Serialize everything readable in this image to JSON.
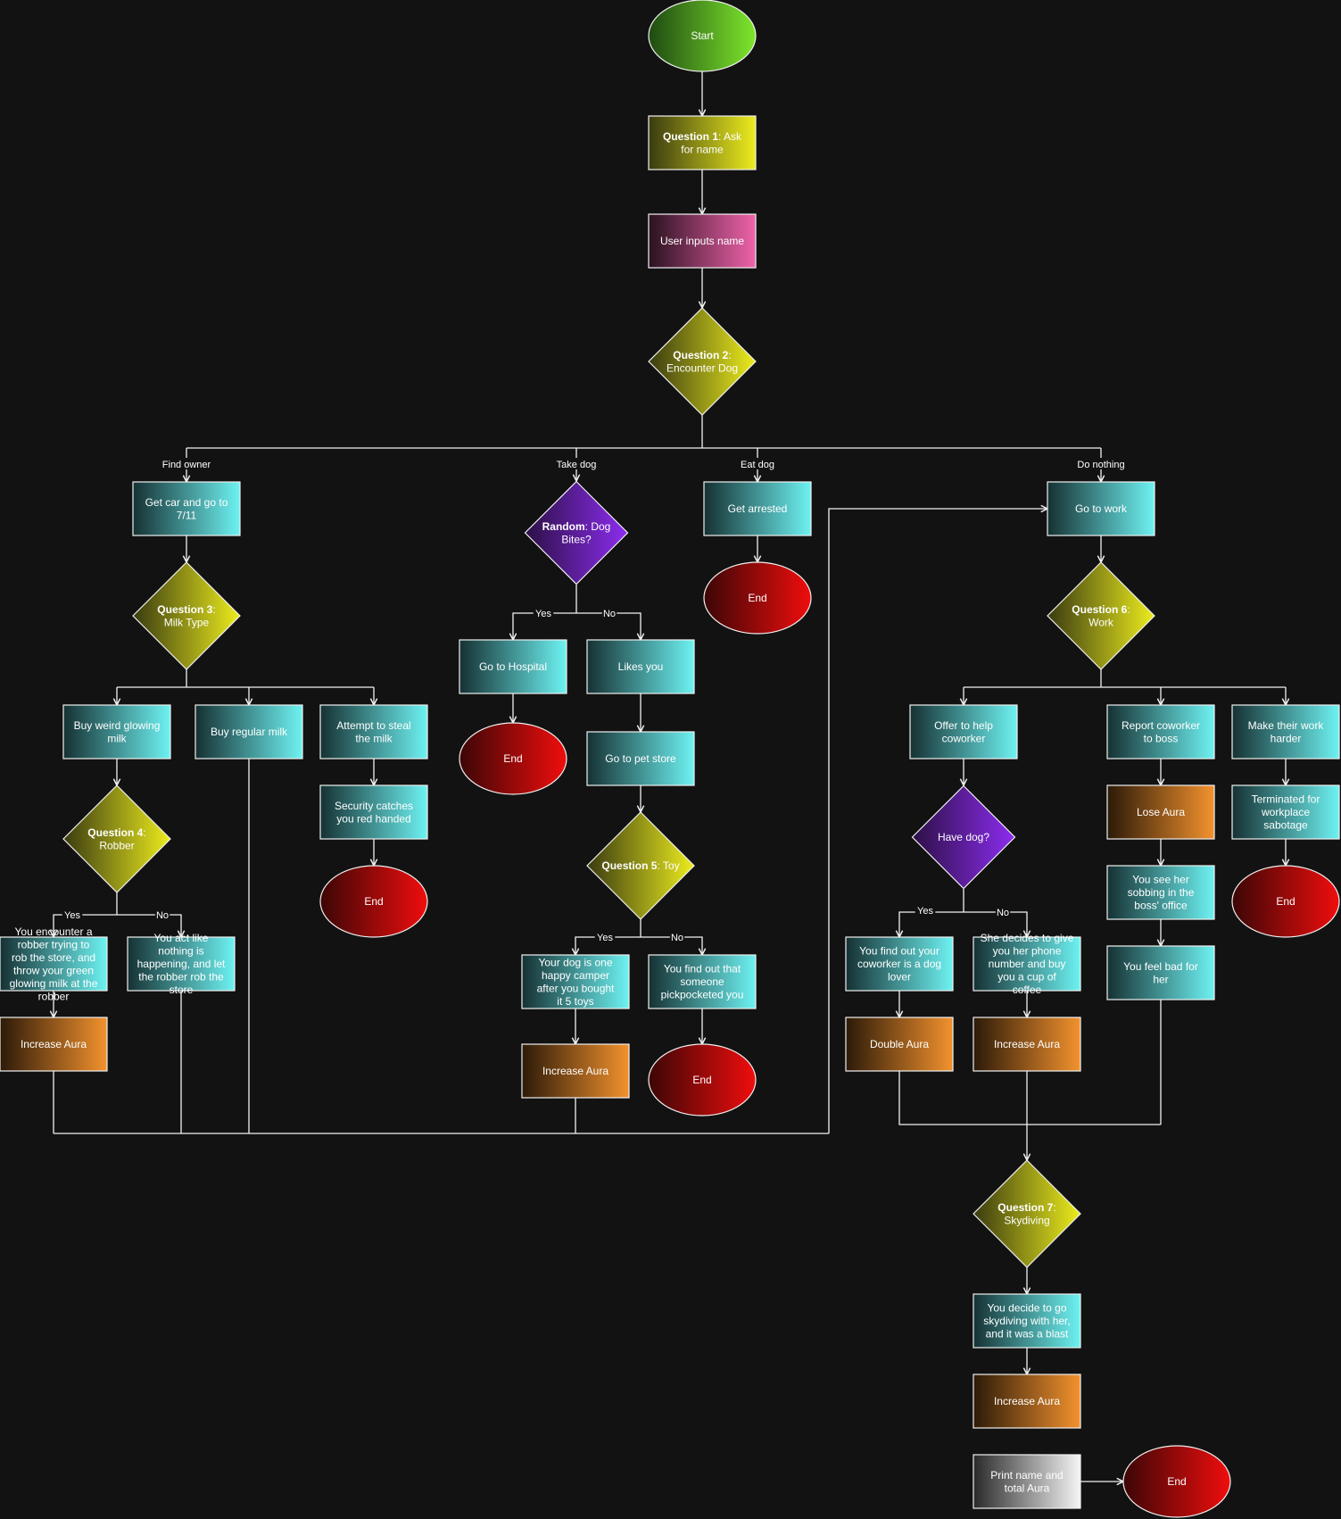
{
  "colors": {
    "background": "#121212",
    "line": "#f2f2f2",
    "text": "#ffffff",
    "start": [
      "#1f4a12",
      "#7ee72c"
    ],
    "question": [
      "#3a3b10",
      "#ecec1e"
    ],
    "input": [
      "#2a1220",
      "#ef63aa"
    ],
    "process": [
      "#163133",
      "#6ef2f2"
    ],
    "random": [
      "#2c1045",
      "#8c2cf0"
    ],
    "end": [
      "#3c0606",
      "#f00d0d"
    ],
    "aura": [
      "#2c1a08",
      "#f3922e"
    ],
    "output": [
      "#2a2a2a",
      "#f5f5f5"
    ]
  },
  "nodes": {
    "start": {
      "text": "Start"
    },
    "q1": {
      "bold": "Question 1",
      "text": ": Ask for name"
    },
    "input_name": {
      "text": "User inputs name"
    },
    "q2": {
      "bold": "Question 2",
      "text": ": Encounter Dog"
    },
    "get_car": {
      "text": "Get car and go to 7/11"
    },
    "random_dog": {
      "bold": "Random",
      "text": ": Dog Bites?"
    },
    "get_arrested": {
      "text": "Get arrested"
    },
    "end_arrested": {
      "text": "End"
    },
    "go_work": {
      "text": "Go to work"
    },
    "q3": {
      "bold": "Question 3",
      "text": ": Milk Type"
    },
    "buy_glowing": {
      "text": "Buy weird glowing milk"
    },
    "buy_regular": {
      "text": "Buy regular milk"
    },
    "steal_milk": {
      "text": "Attempt to steal the milk"
    },
    "security": {
      "text": "Security catches you red handed"
    },
    "end_security": {
      "text": "End"
    },
    "q4": {
      "bold": "Question 4",
      "text": ": Robber"
    },
    "robber_yes": {
      "text": "You encounter a robber trying to rob the store, and throw your green glowing milk at the robber"
    },
    "robber_no": {
      "text": "You act like nothing is happening, and let the robber rob the store"
    },
    "aura_robber": {
      "text": "Increase Aura"
    },
    "hospital": {
      "text": "Go to Hospital"
    },
    "end_hospital": {
      "text": "End"
    },
    "likes_you": {
      "text": "Likes you"
    },
    "pet_store": {
      "text": "Go to pet store"
    },
    "q5": {
      "bold": "Question 5",
      "text": ": Toy"
    },
    "happy_camper": {
      "text": "Your dog is one happy camper after you bought it 5 toys"
    },
    "pickpocketed": {
      "text": "You find out that someone pickpocketed you"
    },
    "aura_toy": {
      "text": "Increase Aura"
    },
    "end_pickpocket": {
      "text": "End"
    },
    "q6": {
      "bold": "Question 6",
      "text": ": Work"
    },
    "help_coworker": {
      "text": "Offer to help coworker"
    },
    "report_coworker": {
      "text": "Report coworker to boss"
    },
    "harder_work": {
      "text": "Make their work harder"
    },
    "have_dog": {
      "text": "Have dog?"
    },
    "lose_aura": {
      "text": "Lose Aura"
    },
    "terminated": {
      "text": "Terminated for workplace sabotage"
    },
    "end_terminated": {
      "text": "End"
    },
    "sobbing": {
      "text": "You see her sobbing in the boss' office"
    },
    "dog_lover": {
      "text": "You find out your coworker is a dog lover"
    },
    "phone_number": {
      "text": "She decides to give you her phone number and buy you a cup of coffee"
    },
    "feel_bad": {
      "text": "You feel bad for her"
    },
    "double_aura": {
      "text": "Double Aura"
    },
    "aura_coffee": {
      "text": "Increase Aura"
    },
    "q7": {
      "bold": "Question 7",
      "text": ": Skydiving"
    },
    "skydiving": {
      "text": "You decide to go skydiving with her, and it was a blast"
    },
    "aura_skydive": {
      "text": "Increase Aura"
    },
    "print_result": {
      "text": "Print name and total Aura"
    },
    "end_final": {
      "text": "End"
    }
  },
  "edge_labels": {
    "find_owner": "Find owner",
    "take_dog": "Take dog",
    "eat_dog": "Eat dog",
    "do_nothing": "Do nothing",
    "dog_yes": "Yes",
    "dog_no": "No",
    "robber_yes": "Yes",
    "robber_no": "No",
    "toy_yes": "Yes",
    "toy_no": "No",
    "havedog_yes": "Yes",
    "havedog_no": "No"
  }
}
